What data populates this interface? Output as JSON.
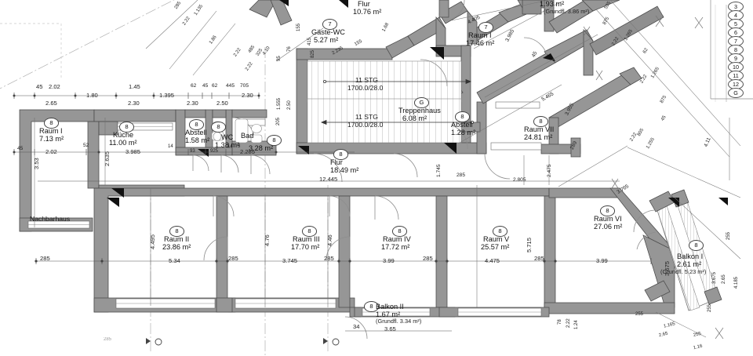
{
  "document": {
    "type": "architectural-floor-plan",
    "title": "Grundriss",
    "units": "m",
    "area_unit": "m²"
  },
  "colors": {
    "wall_fill": "#969696",
    "wall_stroke": "#4a4a4a",
    "thin_line": "#6e6e6e",
    "dim_line": "#555555",
    "background": "#ffffff",
    "text": "#111111",
    "hatch": "#b9b9b9"
  },
  "rooms": [
    {
      "tag": "8",
      "name": "Raum I",
      "area": "7.13 m²",
      "sub": ""
    },
    {
      "tag": "8",
      "name": "Küche",
      "area": "11.00 m²",
      "sub": ""
    },
    {
      "tag": "8",
      "name": "Abstell",
      "area": "1.58 m²",
      "sub": ""
    },
    {
      "tag": "8",
      "name": "WC",
      "area": "1.38 m²",
      "sub": ""
    },
    {
      "tag": "8",
      "name": "Bad",
      "area": "3.28 m²",
      "sub": ""
    },
    {
      "tag": "7",
      "name": "Gäste-WC",
      "area": "5.27 m²",
      "sub": ""
    },
    {
      "tag": "7",
      "name": "Flur",
      "area": "10.76 m²",
      "sub": ""
    },
    {
      "tag": "7",
      "name": "Raum I",
      "area": "17.46 m²",
      "sub": ""
    },
    {
      "tag": "G",
      "name": "Treppenhaus",
      "area": "6.08 m²",
      "sub": ""
    },
    {
      "tag": "8",
      "name": "Abstell",
      "area": "1.28 m²",
      "sub": ""
    },
    {
      "tag": "8",
      "name": "Raum VII",
      "area": "24.81 m²",
      "sub": ""
    },
    {
      "tag": "8",
      "name": "Flur",
      "area": "18.49 m²",
      "sub": ""
    },
    {
      "tag": "8",
      "name": "Raum II",
      "area": "23.86 m²",
      "sub": ""
    },
    {
      "tag": "8",
      "name": "Raum III",
      "area": "17.70 m²",
      "sub": ""
    },
    {
      "tag": "8",
      "name": "Raum IV",
      "area": "17.72 m²",
      "sub": ""
    },
    {
      "tag": "8",
      "name": "Raum V",
      "area": "25.57 m²",
      "sub": ""
    },
    {
      "tag": "8",
      "name": "Raum VI",
      "area": "27.06 m²",
      "sub": ""
    },
    {
      "tag": "8",
      "name": "Balkon I",
      "area": "2.61 m²",
      "sub": "(Grundfl. 5.23 m²)"
    },
    {
      "tag": "8",
      "name": "Balkon II",
      "area": "1.67 m²",
      "sub": "(Grundfl. 3.34 m²)"
    },
    {
      "tag": "",
      "name": "",
      "area": "1.93 m²",
      "sub": "(Grundfl. 3.86 m²)"
    }
  ],
  "annotations": {
    "neighbour_house": "Nachbarhaus",
    "stair_upper_count": "11 STG",
    "stair_upper_spec": "1700.0/28.0",
    "stair_lower_count": "11 STG",
    "stair_lower_spec": "1700.0/28.0"
  },
  "legend": {
    "items": [
      "3",
      "4",
      "5",
      "6",
      "7",
      "8",
      "9",
      "10",
      "11",
      "12",
      "G"
    ]
  },
  "dimensions": {
    "top_chain_upper": [
      "45",
      "2.02",
      "1.80",
      "1.45",
      "1.395",
      "62",
      "45",
      "62",
      "445",
      "705"
    ],
    "top_chain_lower": [
      "2.65",
      "2.30",
      "2.30",
      "2.50",
      "2.30"
    ],
    "mid_chain": [
      "45",
      "2.02",
      "52",
      "3.985",
      "14",
      "93",
      "925",
      "14",
      "3",
      "2.285"
    ],
    "bottom_chain": [
      "285",
      "5.34",
      "285",
      "3.745",
      "285",
      "3.99",
      "285",
      "4.475",
      "285",
      "3.99"
    ],
    "vertical_left": [
      "3.53",
      "2.635",
      "4.495",
      "4.76",
      "4.46",
      "5.715",
      "3.675"
    ],
    "flur_overall": "12.445",
    "balkon2_width": "3.65",
    "balkon2_edge": "34",
    "right_diagonals": [
      "4.405",
      "3.985",
      "5.465",
      "3.955",
      "3.765",
      "4.11",
      "2.805",
      "2.475",
      "1.745",
      "285",
      "45",
      "289"
    ],
    "right_chain": [
      "535",
      "875",
      "1.265",
      "2.22",
      "62",
      "1.265",
      "2.22",
      "875",
      "45",
      "805",
      "2.22",
      "1.255"
    ],
    "balkon1_chain": [
      "255",
      "3.675",
      "2.65",
      "255",
      "4.185",
      "1.165",
      "2.65",
      "255",
      "1.24",
      "2.22",
      "78"
    ],
    "upper_left_diag": [
      "285",
      "1.135",
      "2.22",
      "1.86",
      "2.22",
      "485",
      "325",
      "4.10",
      "2.22"
    ],
    "stair_left": [
      "95",
      "1.555",
      "2.50",
      "205",
      "415",
      "825",
      "2.235",
      "155",
      "1.68",
      "155",
      "76"
    ],
    "misc": [
      "1.16",
      "255",
      "2.65",
      "285"
    ]
  }
}
